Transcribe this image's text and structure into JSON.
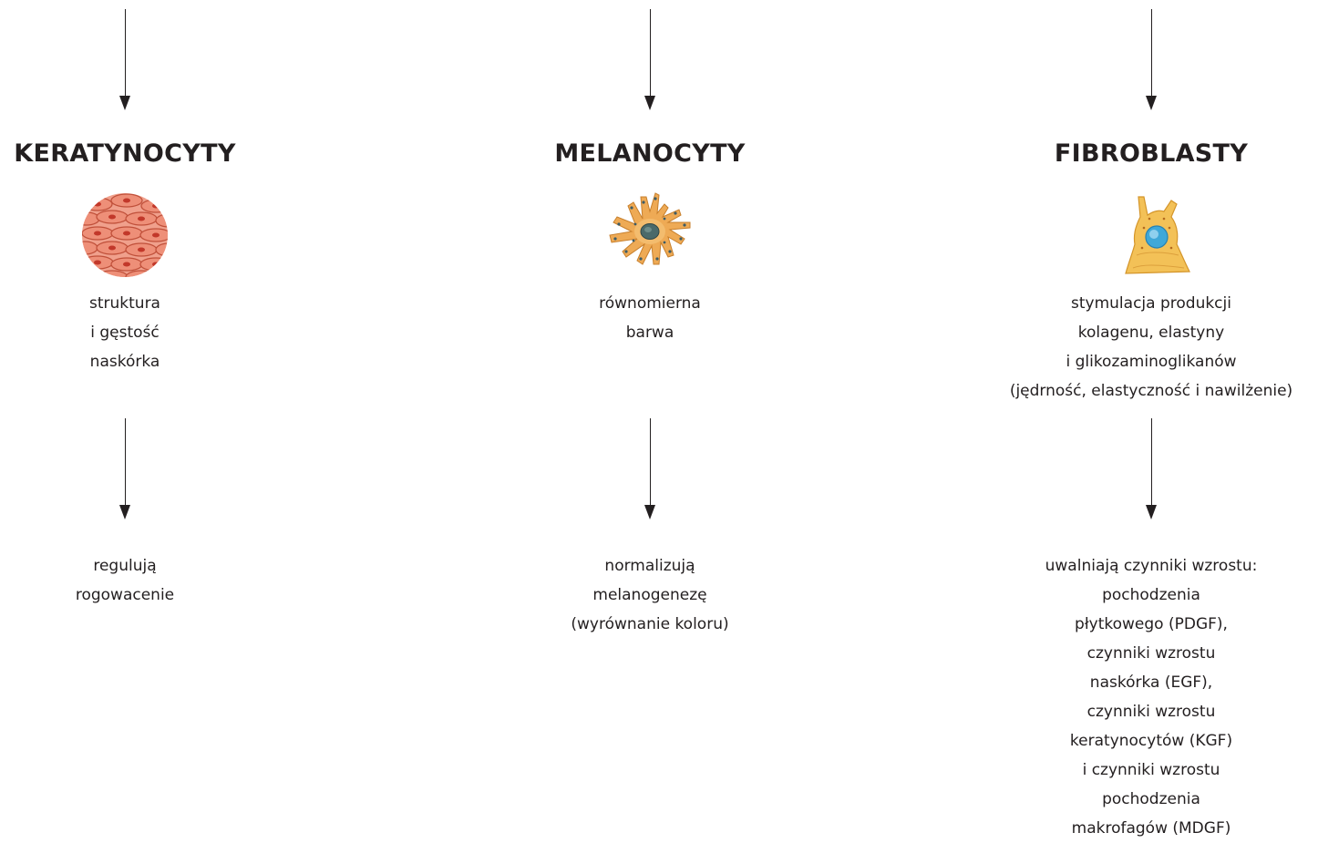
{
  "columns": [
    {
      "title": "KERATYNOCYTY",
      "icon": "keratinocyte-cells-icon",
      "upper_lines": [
        "struktura",
        "i gęstość",
        "naskórka"
      ],
      "lower_lines": [
        "regulują",
        "rogowacenie"
      ]
    },
    {
      "title": "MELANOCYTY",
      "icon": "melanocyte-cell-icon",
      "upper_lines": [
        "równomierna",
        "barwa"
      ],
      "lower_lines": [
        "normalizują",
        "melanogenezę",
        "(wyrównanie koloru)"
      ]
    },
    {
      "title": "FIBROBLASTY",
      "icon": "fibroblast-cell-icon",
      "upper_lines": [
        "stymulacja produkcji",
        "kolagenu, elastyny",
        "i glikozaminoglikanów",
        "(jędrność, elastyczność i nawilżenie)"
      ],
      "lower_lines": [
        "uwalniają czynniki wzrostu:",
        "pochodzenia",
        "płytkowego (PDGF),",
        "czynniki wzrostu",
        "naskórka (EGF),",
        "czynniki wzrostu",
        "keratynocytów (KGF)",
        "i czynniki wzrostu",
        "pochodzenia",
        "makrofagów (MDGF)"
      ]
    }
  ],
  "colors": {
    "text": "#231f20",
    "keratinocyte": "#e8826a",
    "melanocyte": "#e9a14a",
    "fibroblast": "#f2b84b",
    "nucleus_blue": "#3fa8d8"
  }
}
